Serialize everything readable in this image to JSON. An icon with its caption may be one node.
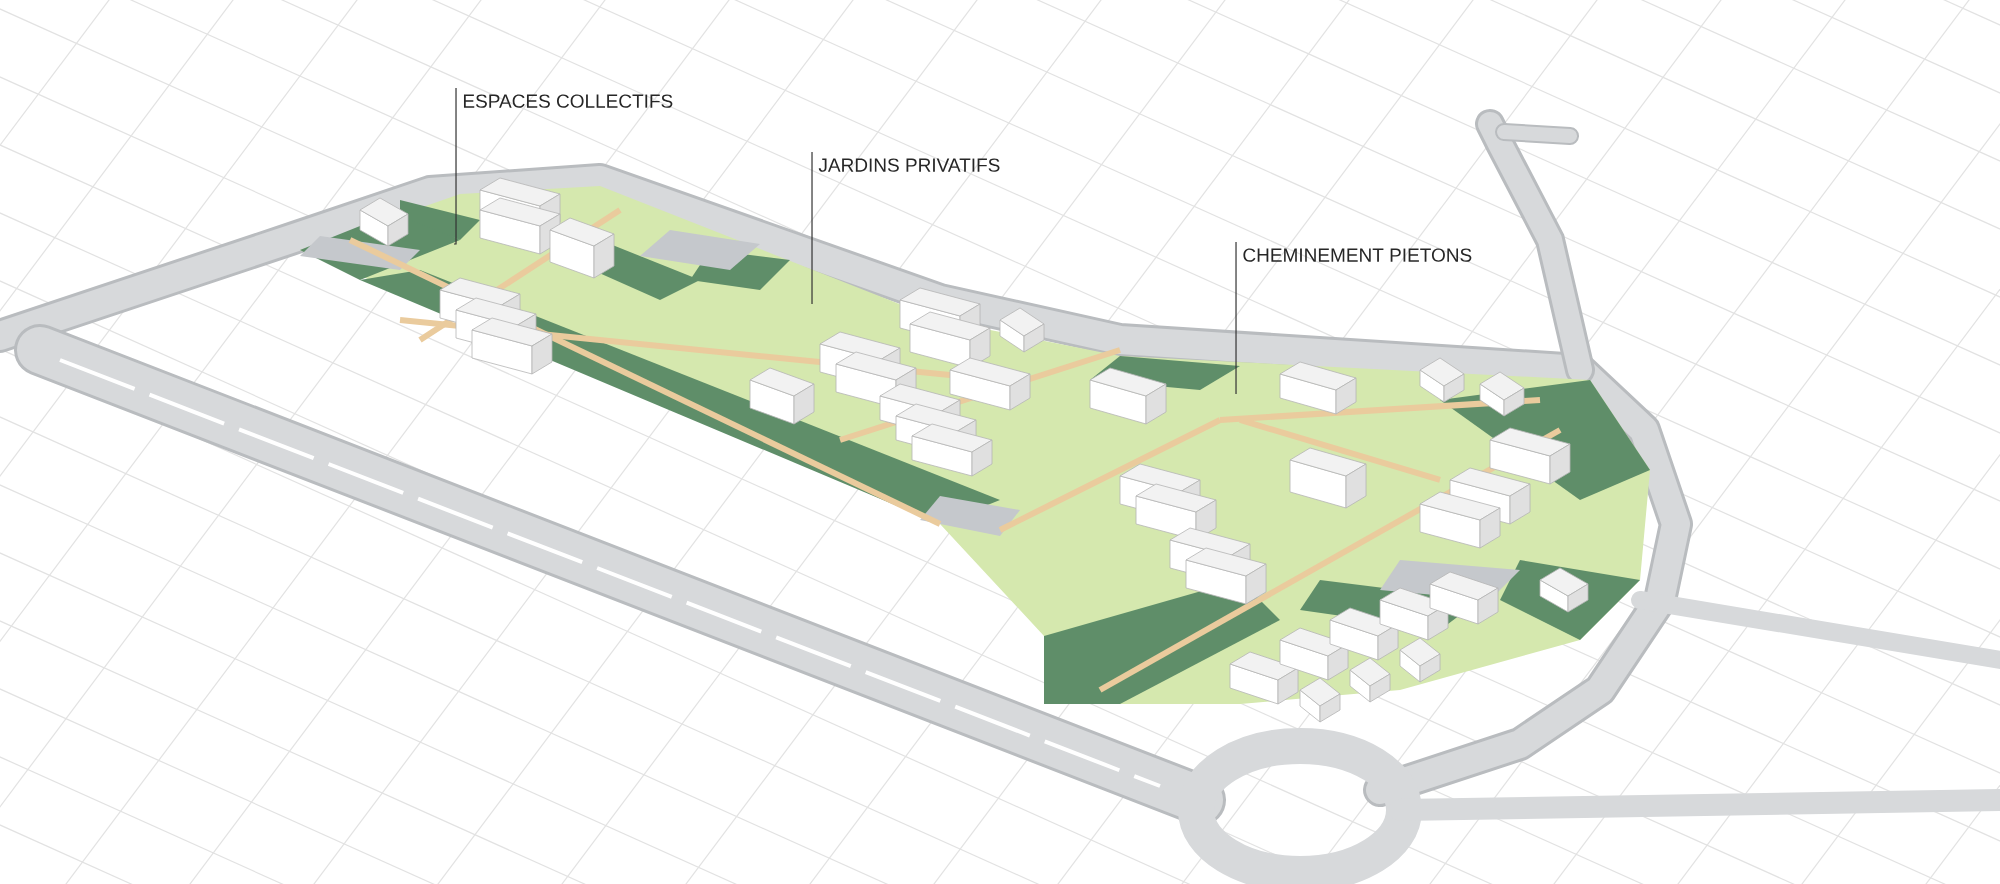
{
  "diagram": {
    "nodes": [
      {
        "text": [
          "ESPACES COLLECTIFS"
        ]
      },
      {
        "text": [
          "JARDINS PRIVATIFS"
        ]
      },
      {
        "text": [
          "CHEMINEMENT PIETONS"
        ]
      }
    ],
    "edges": [
      {
        "from": 0,
        "to": null,
        "arrow": "none"
      },
      {
        "from": 1,
        "to": null,
        "arrow": "none"
      },
      {
        "from": 2,
        "to": null,
        "arrow": "none"
      }
    ]
  }
}
